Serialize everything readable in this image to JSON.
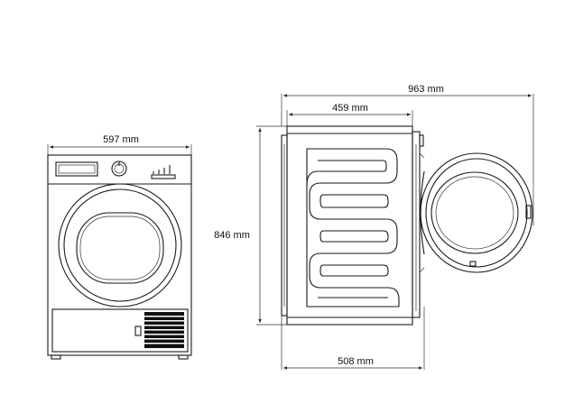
{
  "dimensions": {
    "front_width": "597 mm",
    "height": "846 mm",
    "total_depth_door_open": "963 mm",
    "body_depth": "459 mm",
    "depth_with_door": "508 mm"
  },
  "colors": {
    "line": "#1a1a1a",
    "background": "#ffffff"
  }
}
